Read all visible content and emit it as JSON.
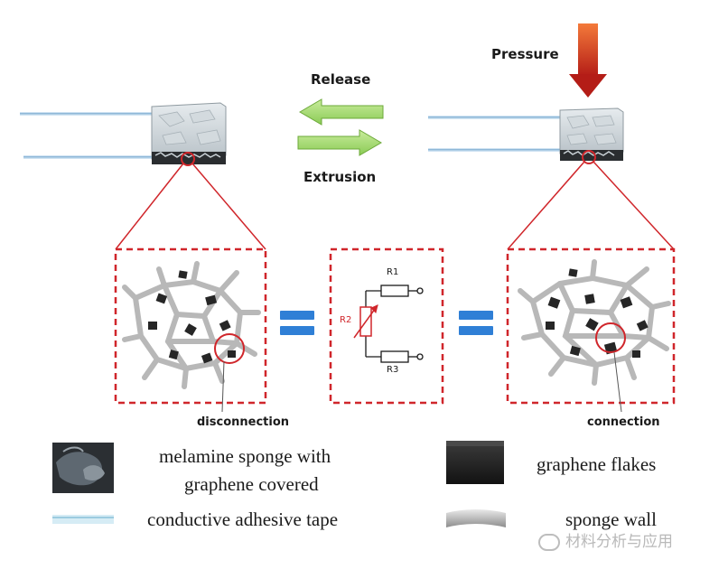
{
  "labels": {
    "release": "Release",
    "extrusion": "Extrusion",
    "pressure": "Pressure",
    "disconnection": "disconnection",
    "connection": "connection"
  },
  "circuit": {
    "r1": "R1",
    "r2": "R2",
    "r3": "R3"
  },
  "legend": {
    "sponge_line1": "melamine sponge with",
    "sponge_line2": "graphene covered",
    "tape": "conductive adhesive tape",
    "flakes": "graphene flakes",
    "wall": "sponge wall"
  },
  "watermark": "材料分析与应用",
  "colors": {
    "dash_red": "#d0262b",
    "arrow_green": "#9fd56a",
    "pressure_red": "#c9281c",
    "equals_blue": "#2f7fd6",
    "flake": "#1f1f1f",
    "wall": "#b8b8b8"
  }
}
